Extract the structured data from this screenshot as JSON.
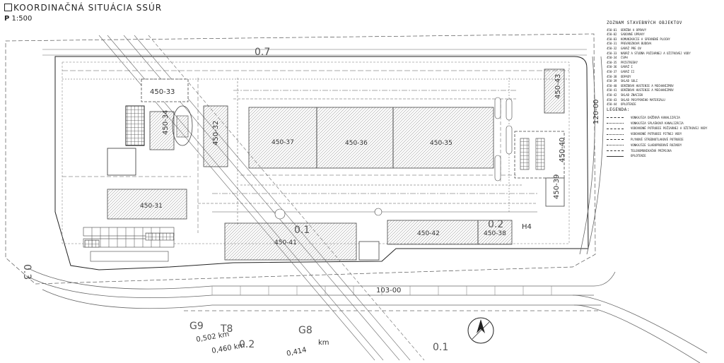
{
  "header": {
    "title": "KOORDINAČNÁ SITUÁCIA SSÚR",
    "scale_prefix": "P",
    "scale": "1:500"
  },
  "objects_list": {
    "heading": "ZOZNAM STAVEBNÝCH OBJEKTOV",
    "items": [
      {
        "code": "450-01",
        "name": "ÚDRŽBA A OPRAVY"
      },
      {
        "code": "450-02",
        "name": "SADOVNÉ ÚPRAVY"
      },
      {
        "code": "450-03",
        "name": "KOMUNIKÁCIE A SPEVNENÉ PLOCHY"
      },
      {
        "code": "450-31",
        "name": "PREVÁDZKOVÁ BUDOVA"
      },
      {
        "code": "450-32",
        "name": "GARÁŽ PRE OV"
      },
      {
        "code": "450-33",
        "name": "NÁDRŽ A STUDŇA POŽIARNEJ A ÚŽITKOVEJ VODY"
      },
      {
        "code": "450-34",
        "name": "ČSPH"
      },
      {
        "code": "450-35",
        "name": "PRÍSTREŠKY"
      },
      {
        "code": "450-36",
        "name": "GARÁŽ I"
      },
      {
        "code": "450-37",
        "name": "GARÁŽ II"
      },
      {
        "code": "450-38",
        "name": "ODPADY"
      },
      {
        "code": "450-39",
        "name": "SKLAD SOLI"
      },
      {
        "code": "450-40",
        "name": "ÚDRŽBOVÁ HUSTENIE A MECHANIZMOV"
      },
      {
        "code": "450-41",
        "name": "ÚDRŽBOVÁ HUSTENIE A MECHANIZMOV"
      },
      {
        "code": "450-42",
        "name": "SKLAD ZNAČIEK"
      },
      {
        "code": "450-43",
        "name": "SKLAD POSYPOVÉHO MATERIÁLU"
      },
      {
        "code": "450-44",
        "name": "OPLOTENIE"
      }
    ]
  },
  "legend": {
    "heading": "LEGENDA:",
    "items": [
      {
        "label": "VONKAJŠIA DAŽĎOVÁ KANALIZÁCIA",
        "color": "#333333"
      },
      {
        "label": "VONKAJŠIA SPLAŠKOVÁ KANALIZÁCIA",
        "color": "#333333"
      },
      {
        "label": "VODOVODNÉ POTRUBIE POŽIARNEJ A ÚŽITKOVEJ VODY",
        "color": "#333333"
      },
      {
        "label": "VODOVODNÉ POTRUBIE PITNEJ VODY",
        "color": "#333333"
      },
      {
        "label": "PLYNOVÉ STREDNOTLAKOVÉ POTRUBIE",
        "color": "#333333"
      },
      {
        "label": "VONKAJŠIE SLABOPRÚDOVÉ ROZVODY",
        "color": "#333333"
      },
      {
        "label": "TELEKOMUNIKAČNÁ PRÍPOJKA",
        "color": "#333333"
      },
      {
        "label": "OPLOTENIE",
        "color": "#333333"
      }
    ]
  },
  "buildings": {
    "b33": "450-33",
    "b34": "450-34",
    "b32": "450-32",
    "b37": "450-37",
    "b36": "450-36",
    "b35": "450-35",
    "b43": "450-43",
    "b40": "450-40",
    "b39": "450-39",
    "b31": "450-31",
    "b41": "450-41",
    "b42": "450-42",
    "b38": "450-38"
  },
  "annotations": {
    "g9": "G9",
    "t8": "T8",
    "g8": "G8",
    "km1": "0,502 km",
    "km2": "0,460 km",
    "km3": "0,414",
    "km3b": "km",
    "ov1": "0.2",
    "ov2": "0.1",
    "ov3": "0.3",
    "ov4": "0.1",
    "ov5": "0.2",
    "road": "103-00",
    "road2": "120-00",
    "h4": "H4",
    "top": "0.7"
  },
  "colors": {
    "line": "#333333",
    "hatch": "#9a9a9a",
    "road": "#777777"
  }
}
